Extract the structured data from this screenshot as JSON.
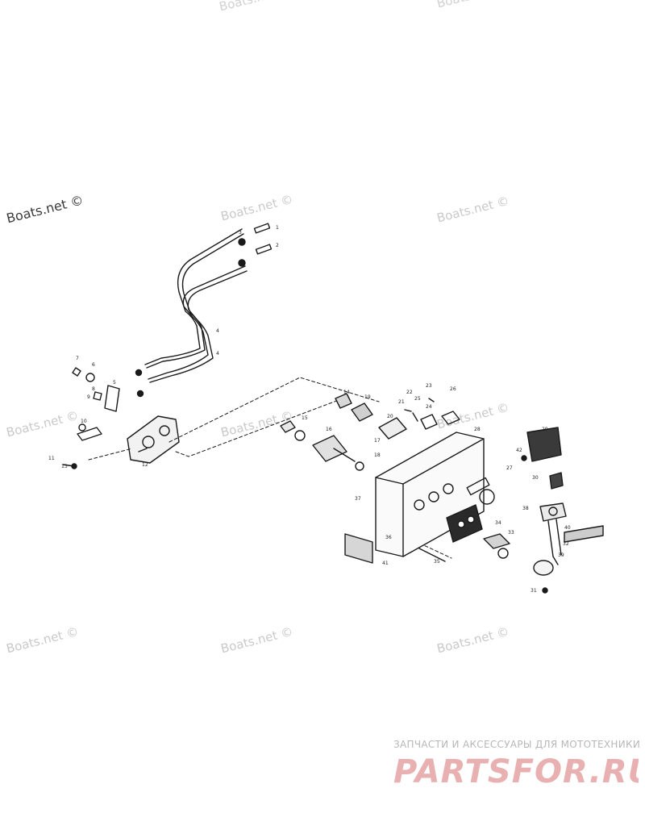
{
  "watermark": "Boats.net ©",
  "footer": {
    "caption": "ЗАПЧАСТИ И АКСЕССУАРЫ ДЛЯ МОТОТЕХНИКИ",
    "logo_text": "PARTSFOR.RU",
    "logo_color": "#e8b0b0"
  },
  "callouts": [
    "1",
    "2",
    "3",
    "4",
    "5",
    "6",
    "7",
    "8",
    "9",
    "10",
    "11",
    "12",
    "13",
    "14",
    "15",
    "16",
    "17",
    "18",
    "19",
    "20",
    "21",
    "22",
    "23",
    "24",
    "25",
    "26",
    "27",
    "28",
    "29",
    "30",
    "31",
    "32",
    "33",
    "34",
    "35",
    "36",
    "37",
    "38",
    "39",
    "40",
    "41",
    "42"
  ]
}
